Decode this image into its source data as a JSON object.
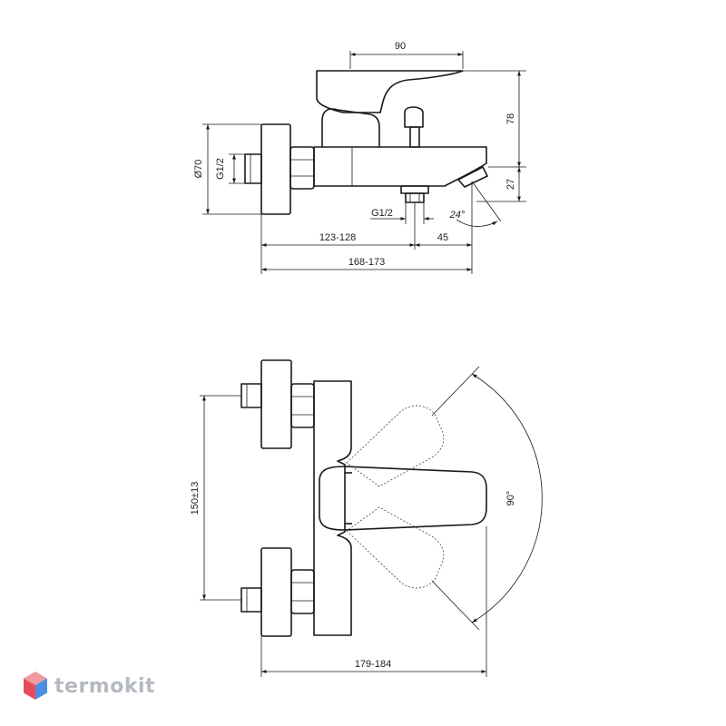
{
  "side_view": {
    "dim_top_width": "90",
    "dim_height_upper": "78",
    "dim_height_lower": "27",
    "dim_flange_diameter": "Ø70",
    "dim_inlet_thread": "G1/2",
    "dim_outlet_thread": "G1/2",
    "dim_spout_angle": "24°",
    "dim_wall_to_outlet": "123-128",
    "dim_outlet_to_spout": "45",
    "dim_total_depth": "168-173"
  },
  "top_view": {
    "dim_inlet_spacing": "150±13",
    "dim_total_depth": "179-184",
    "dim_lever_rotation": "90°"
  },
  "brand": {
    "name": "termokit",
    "icon": "cube-logo-icon",
    "color_red": "#e84c5a",
    "color_blue": "#4a8fe0",
    "color_text": "#b5b9c0"
  }
}
